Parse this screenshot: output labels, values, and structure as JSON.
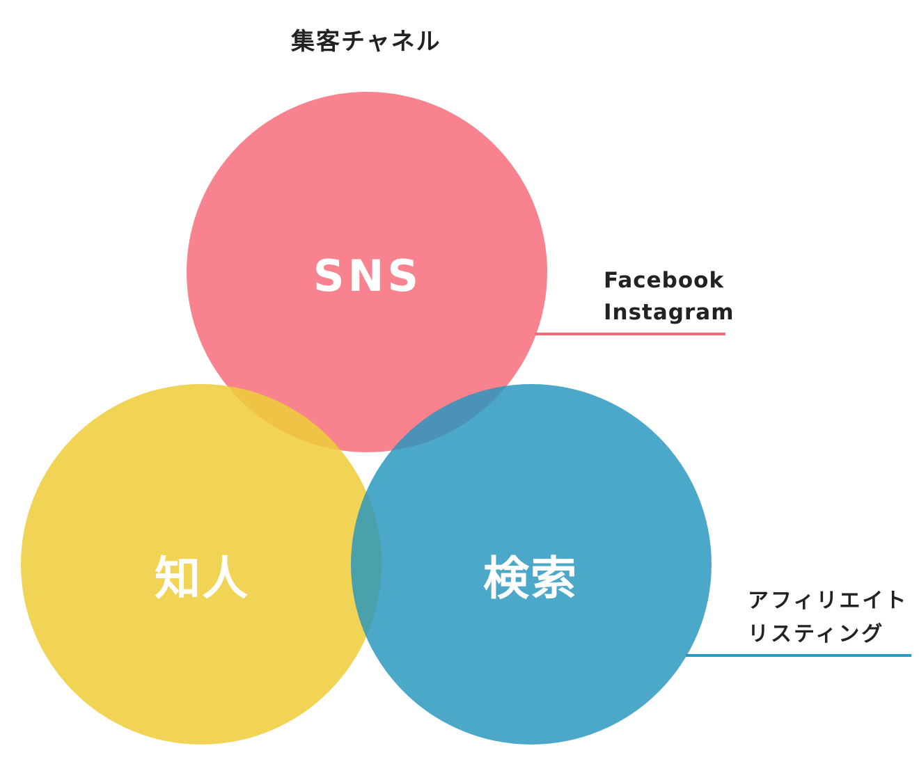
{
  "title": "集客チャネル",
  "circles": {
    "sns": {
      "label": "SNS",
      "color": "#F77E8A"
    },
    "known": {
      "label": "知人",
      "color": "#F0D453"
    },
    "search": {
      "label": "検索",
      "color": "#4AA9CB"
    }
  },
  "notes": {
    "sns": {
      "lines": [
        "Facebook",
        "Instagram"
      ],
      "color": "#F26E7C"
    },
    "search": {
      "lines": [
        "アフィリエイト",
        "リスティング"
      ],
      "color": "#2A9BBF"
    }
  }
}
